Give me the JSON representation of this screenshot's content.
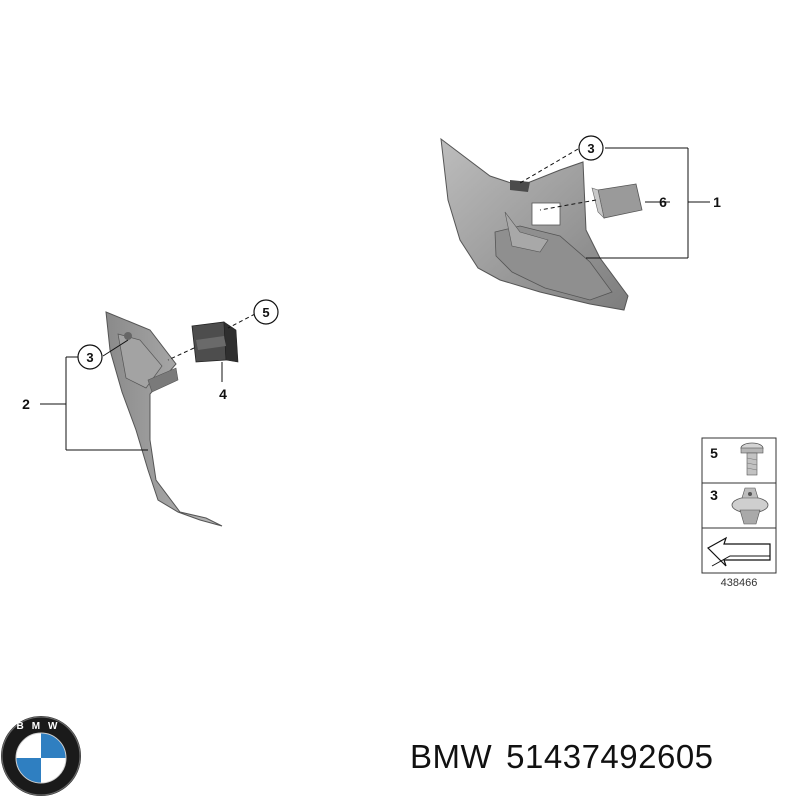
{
  "callouts": {
    "part1": "1",
    "part2": "2",
    "part3_upper": "3",
    "part3_lower": "3",
    "part4": "4",
    "part5": "5",
    "part6": "6"
  },
  "legend": {
    "item5_number": "5",
    "item3_number": "3",
    "diagram_id": "438466"
  },
  "caption": {
    "brand": "BMW",
    "part_number": "51437492605"
  },
  "logo": {
    "text": "BMW",
    "colors": {
      "ring": "#1a1a1a",
      "blue": "#2f7fc1",
      "white": "#ffffff"
    }
  }
}
